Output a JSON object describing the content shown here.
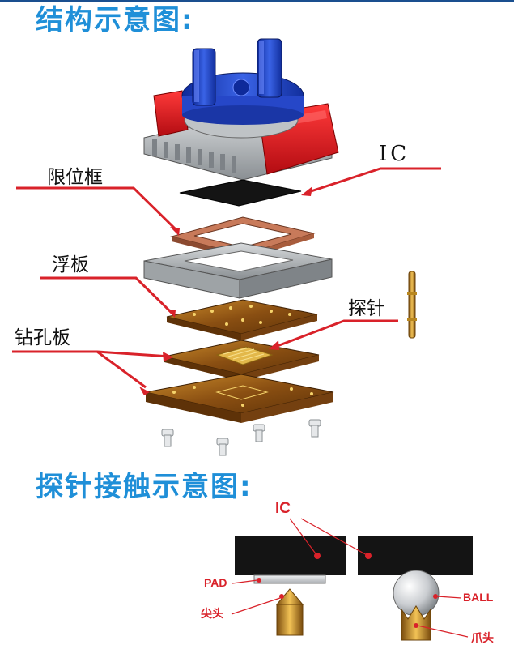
{
  "headings": {
    "structure": "结构示意图:",
    "contact": "探针接触示意图:"
  },
  "structure_labels": {
    "ic": "IC",
    "limit_frame": "限位框",
    "floating_plate": "浮板",
    "probe": "探针",
    "drilled_plate": "钻孔板"
  },
  "contact_labels": {
    "ic": "IC",
    "pad": "PAD",
    "tip": "尖头",
    "ball": "BALL",
    "claw": "爪头"
  },
  "colors": {
    "heading": "#1f8fd8",
    "arrow": "#d9222a",
    "actuator": "#1c3fbf",
    "housing_red": "#d8141c",
    "ic_chip": "#141414",
    "copper_frame": "#c87a5a",
    "plate_gray": "#9ea3a6",
    "board_brown": "#8a4f12"
  }
}
